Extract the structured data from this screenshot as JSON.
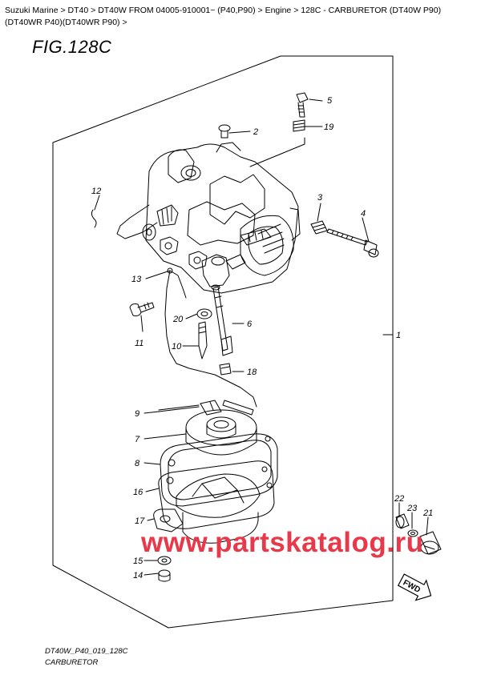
{
  "breadcrumb": {
    "items": [
      "Suzuki Marine",
      "DT40",
      "DT40W FROM 04005-910001~ (P40,P90)",
      "Engine",
      "128C - CARBURETOR (DT40W P90)(DT40WR P40)(DT40WR P90)"
    ],
    "separator": ">"
  },
  "figure": {
    "title": "FIG.128C",
    "code": "DT40W_P40_019_128C",
    "name": "CARBURETOR"
  },
  "watermark": "www.partskatalog.ru",
  "fwd_label": "FWD",
  "callouts": [
    "5",
    "2",
    "19",
    "12",
    "3",
    "4",
    "13",
    "20",
    "6",
    "1",
    "11",
    "10",
    "18",
    "9",
    "7",
    "8",
    "16",
    "17",
    "15",
    "14",
    "22",
    "23",
    "21"
  ],
  "colors": {
    "line": "#000000",
    "watermark": "#e8394a"
  }
}
